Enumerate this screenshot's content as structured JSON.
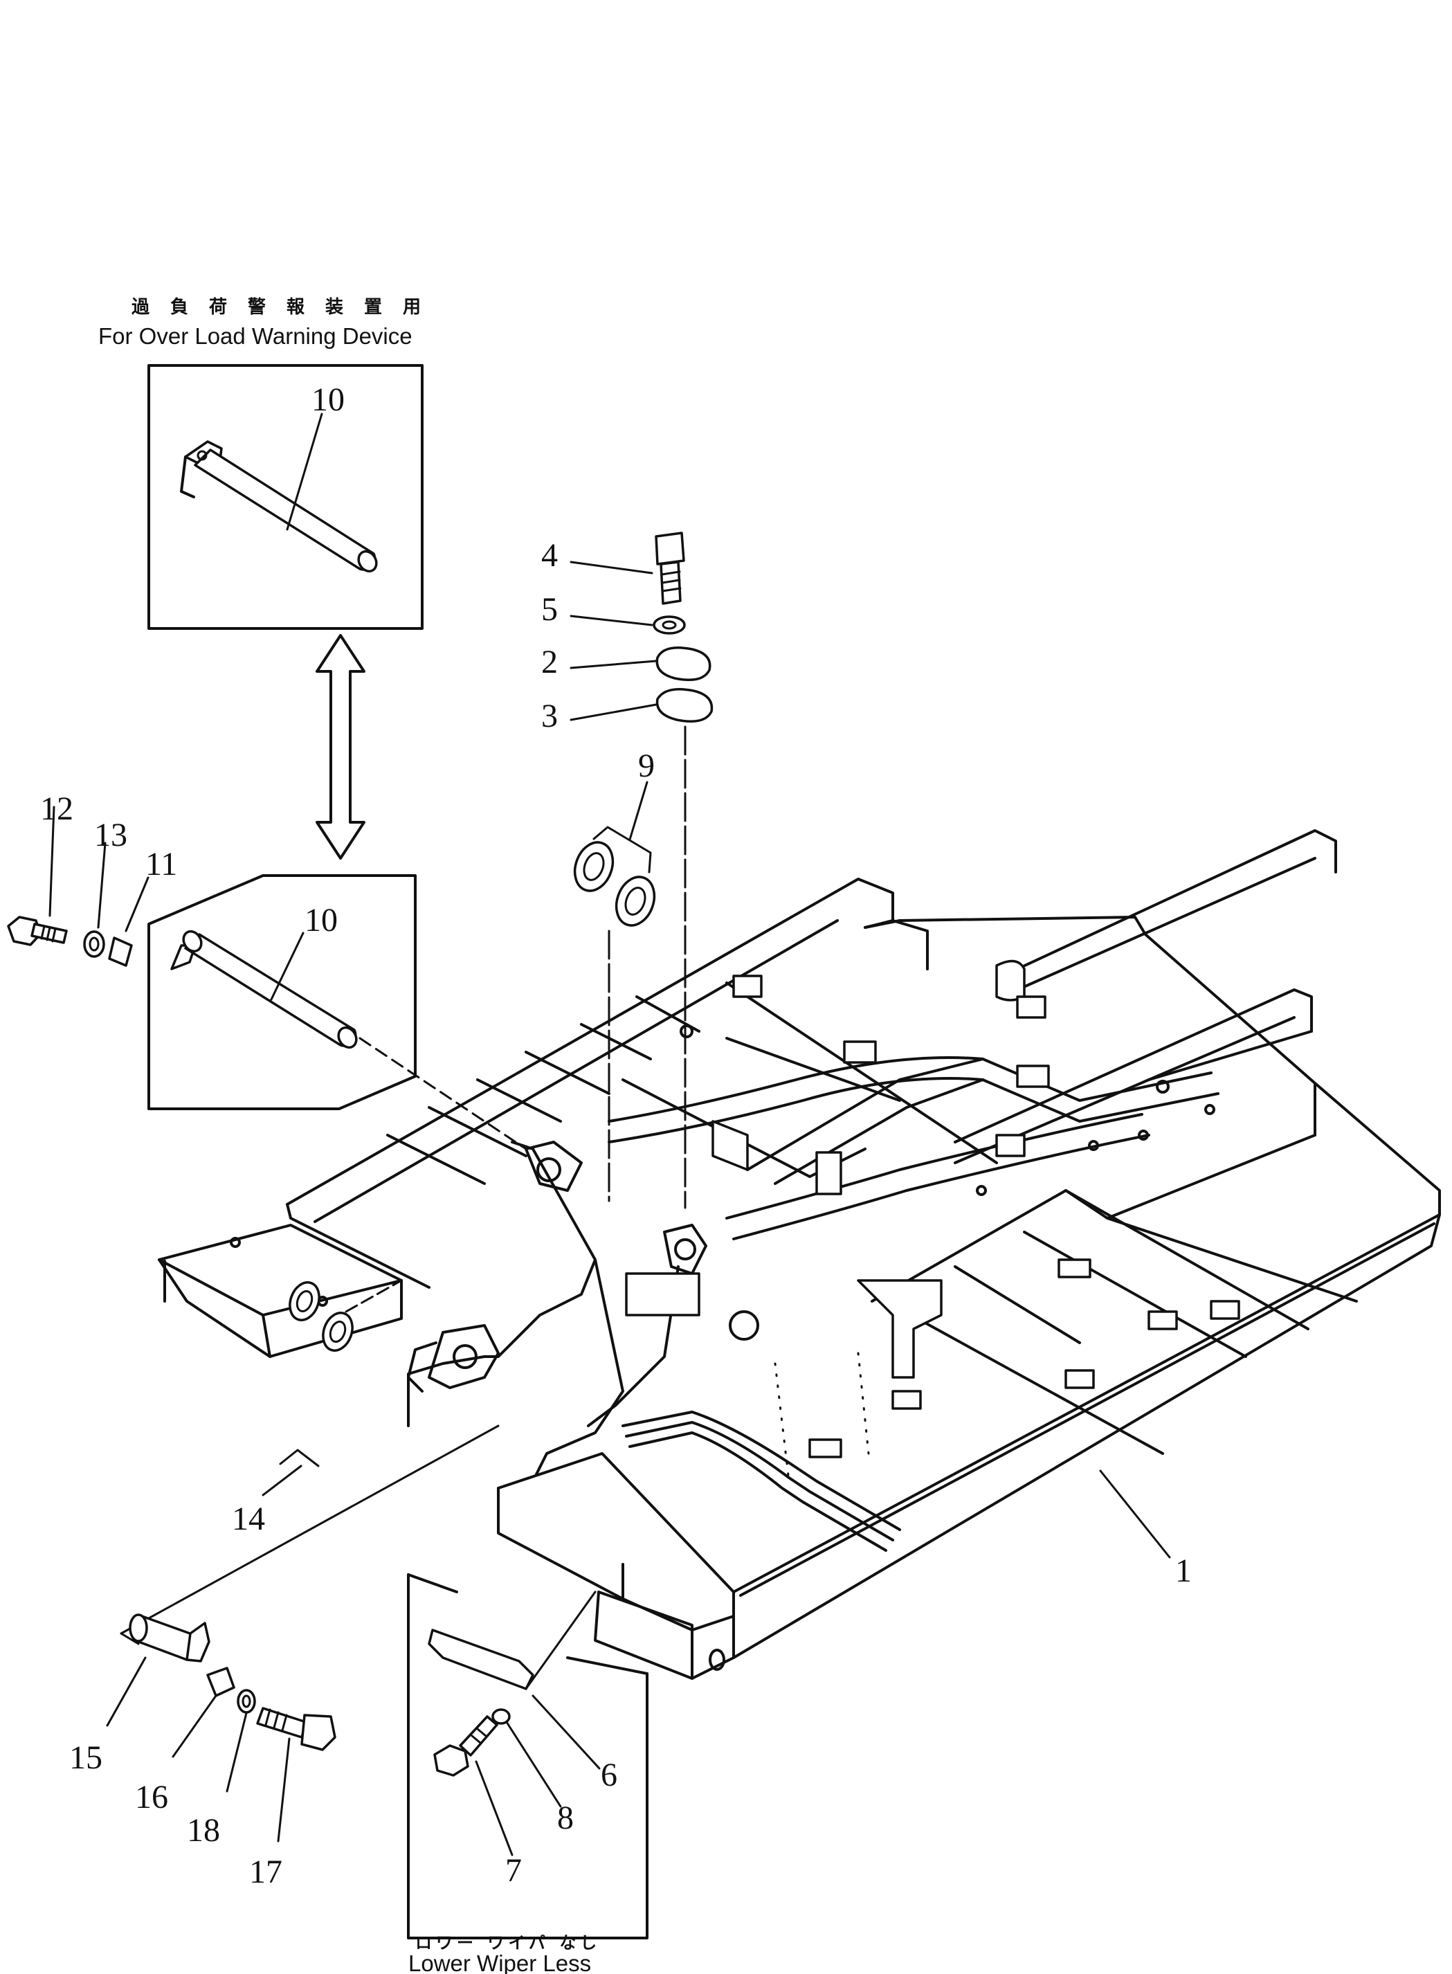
{
  "captions": {
    "overload_jp": "過負荷警報装置用",
    "overload_en": "For Over Load Warning Device",
    "wiper_jp": "ロワー ワイパ なし",
    "wiper_en": "Lower Wiper Less"
  },
  "callouts": {
    "c1": "1",
    "c2": "2",
    "c3": "3",
    "c4": "4",
    "c5": "5",
    "c6": "6",
    "c7": "7",
    "c8": "8",
    "c9": "9",
    "c10a": "10",
    "c10b": "10",
    "c11": "11",
    "c12": "12",
    "c13": "13",
    "c14": "14",
    "c15": "15",
    "c16": "16",
    "c17": "17",
    "c18": "18"
  }
}
